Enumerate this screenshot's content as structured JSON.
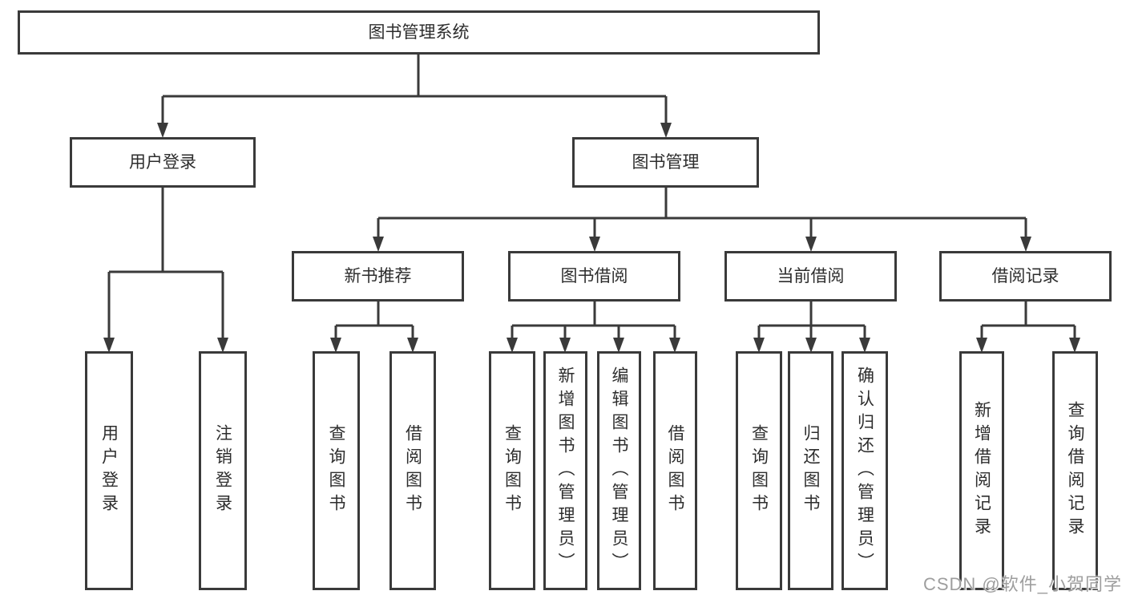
{
  "diagram": {
    "line_color": "#3a3a3a",
    "box_border_color": "#3a3a3a",
    "background_color": "#ffffff",
    "root": {
      "label": "图书管理系统",
      "children": [
        {
          "label": "用户登录",
          "children": [
            {
              "label": "用户登录"
            },
            {
              "label": "注销登录"
            }
          ]
        },
        {
          "label": "图书管理",
          "children": [
            {
              "label": "新书推荐",
              "children": [
                {
                  "label": "查询图书"
                },
                {
                  "label": "借阅图书"
                }
              ]
            },
            {
              "label": "图书借阅",
              "children": [
                {
                  "label": "查询图书"
                },
                {
                  "label": "新增图书（管理员）"
                },
                {
                  "label": "编辑图书（管理员）"
                },
                {
                  "label": "借阅图书"
                }
              ]
            },
            {
              "label": "当前借阅",
              "children": [
                {
                  "label": "查询图书"
                },
                {
                  "label": "归还图书"
                },
                {
                  "label": "确认归还（管理员）"
                }
              ]
            },
            {
              "label": "借阅记录",
              "children": [
                {
                  "label": "新增借阅记录"
                },
                {
                  "label": "查询借阅记录"
                }
              ]
            }
          ]
        }
      ]
    }
  },
  "watermark": {
    "text": "CSDN @软件_小贺同学",
    "color": "#9e9e9e"
  }
}
